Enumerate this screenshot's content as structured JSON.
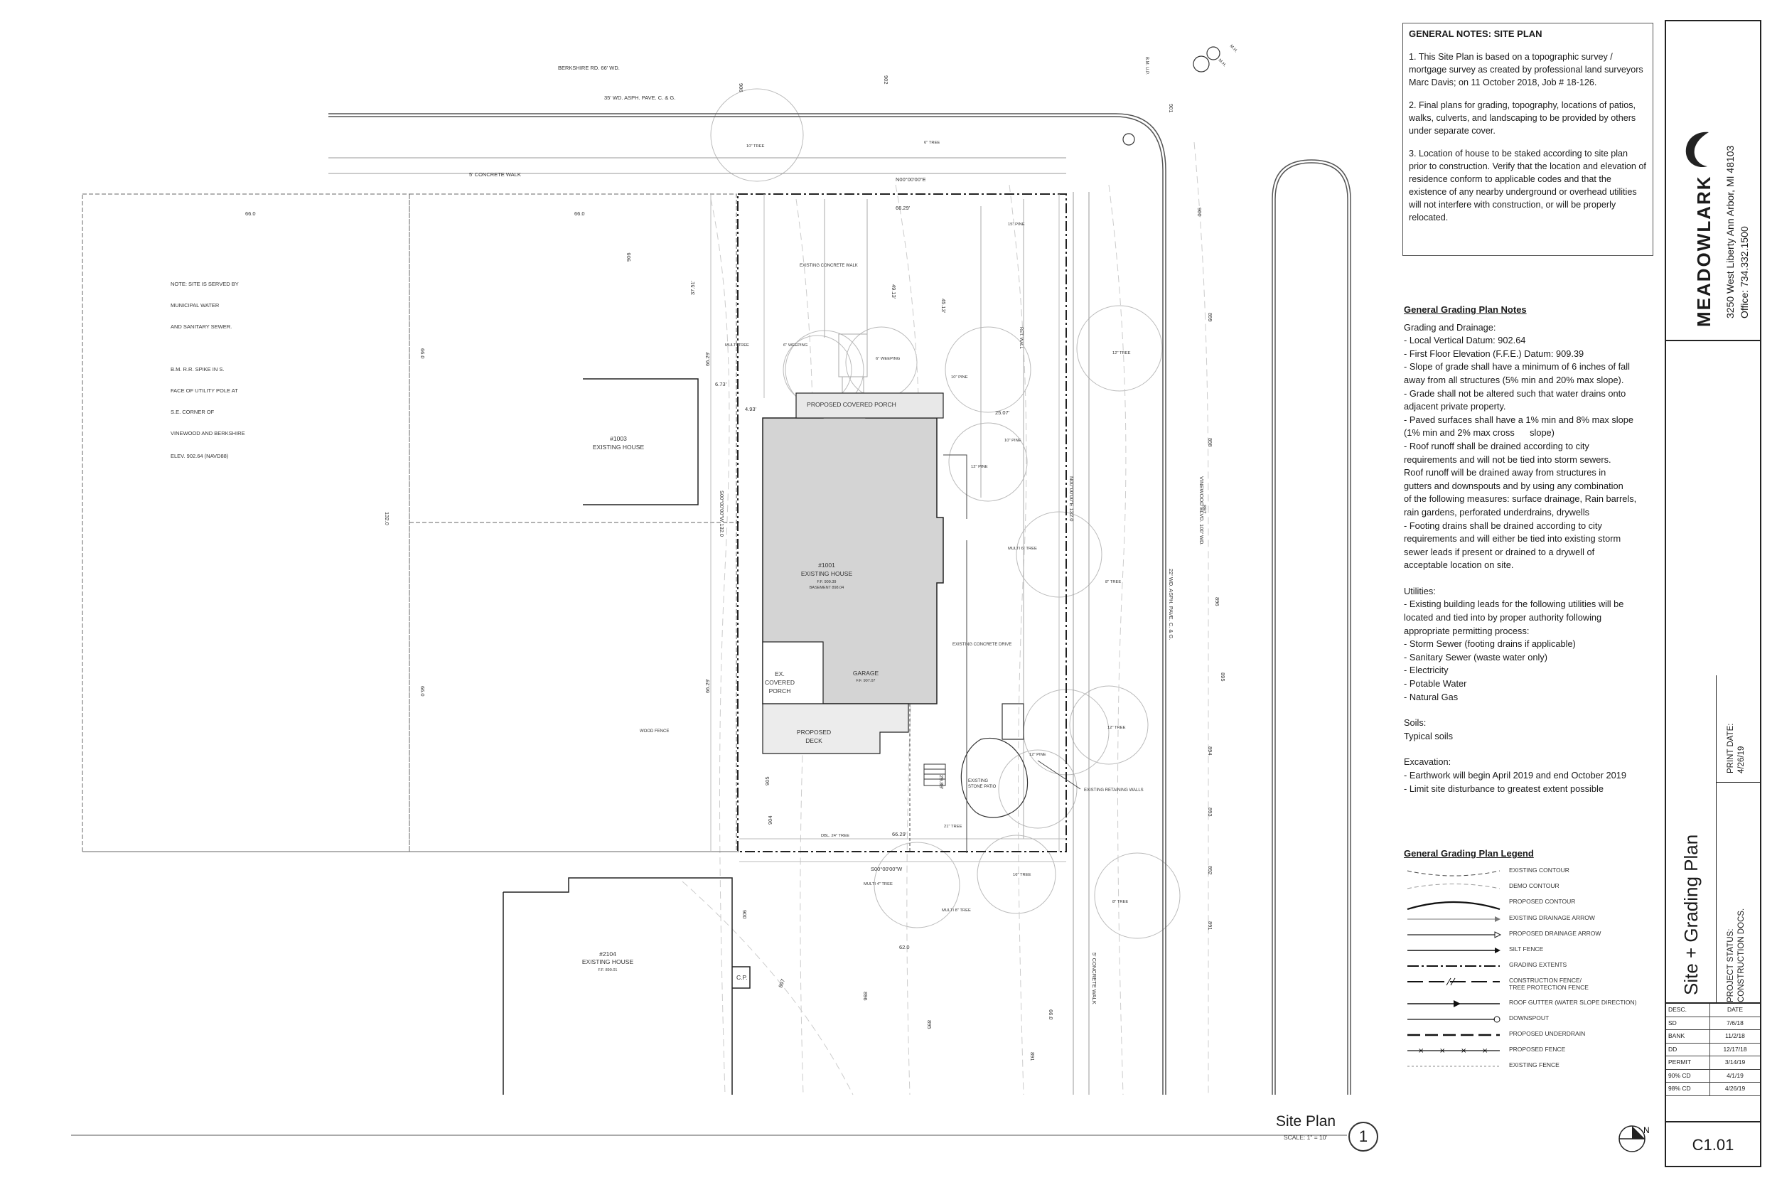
{
  "general_notes": {
    "heading": "GENERAL NOTES: SITE PLAN",
    "notes": [
      "1. This Site Plan is based on a topographic survey / mortgage survey as created by professional land surveyors Marc Davis; on 11 October 2018, Job # 18-126.",
      "2.  Final plans for grading, topography, locations of patios, walks, culverts, and landscaping to be provided by others under separate cover.",
      "3.  Location of house to be staked according to site plan prior to construction. Verify that the location and elevation of residence conform to applicable codes and that the existence of any nearby underground or overhead utilities will not interfere with construction, or will be properly relocated."
    ]
  },
  "grading_notes": {
    "heading": "General Grading Plan Notes",
    "drainage_heading": "Grading and Drainage:",
    "drainage_lines": [
      "- Local Vertical Datum: 902.64",
      "- First Floor Elevation (F.F.E.) Datum: 909.39",
      "- Slope of grade shall have a minimum of 6 inches of fall",
      "away from all structures (5% min and 20% max slope).",
      "- Grade shall not be altered such that water drains onto",
      "adjacent private property.",
      "- Paved surfaces shall have a 1% min and 8% max slope",
      "(1% min and 2% max cross      slope)",
      "- Roof runoff shall be drained according to city",
      "requirements and will not be tied into storm sewers.",
      "Roof runoff will be drained away from structures in",
      "gutters and downspouts and by using any combination",
      "of the following measures: surface drainage, Rain barrels,",
      "rain gardens, perforated underdrains, drywells",
      "- Footing drains shall be drained according to city",
      "requirements  and will either be tied into existing storm",
      "sewer leads if present or drained to a drywell of",
      "acceptable location on site."
    ],
    "utilities_heading": "Utilities:",
    "utilities_lines": [
      "- Existing building leads for the following utilities will be",
      "located and tied into by proper authority following",
      "appropriate permitting process:",
      "- Storm Sewer (footing drains if applicable)",
      "- Sanitary Sewer (waste water only)",
      "- Electricity",
      "- Potable Water",
      "- Natural Gas"
    ],
    "soils_heading": "Soils:",
    "soils_lines": [
      "Typical soils"
    ],
    "excavation_heading": "Excavation:",
    "excavation_lines": [
      "- Earthwork will begin April 2019 and end October 2019",
      "- Limit site disturbance to greatest extent possible"
    ]
  },
  "legend": {
    "heading": "General Grading Plan Legend",
    "items": [
      "EXISTING CONTOUR",
      "DEMO CONTOUR",
      "PROPOSED CONTOUR",
      "EXISTING DRAINAGE ARROW",
      "PROPOSED DRAINAGE ARROW",
      "SILT FENCE",
      "GRADING EXTENTS",
      "CONSTRUCTION FENCE/",
      "TREE PROTECTION FENCE",
      "ROOF GUTTER (WATER SLOPE DIRECTION)",
      "DOWNSPOUT",
      "PROPOSED UNDERDRAIN",
      "PROPOSED FENCE",
      "EXISTING FENCE"
    ]
  },
  "title_block": {
    "firm": "MEADOWLARK",
    "address": "3250 West Liberty Ann Arbor, MI 48103",
    "office": "Office: 734.332.1500",
    "sheet_title": "Site + Grading Plan",
    "print_date_label": "PRINT DATE:",
    "print_date": "4/26/19",
    "status_label": "PROJECT STATUS:",
    "status": "CONSTRUCTION DOCS.",
    "rev_headers": [
      "DESC.",
      "DATE"
    ],
    "revisions": [
      [
        "SD",
        "7/6/18"
      ],
      [
        "BANK",
        "11/2/18"
      ],
      [
        "DD",
        "12/17/18"
      ],
      [
        "PERMIT",
        "3/14/19"
      ],
      [
        "90% CD",
        "4/1/19"
      ],
      [
        "98% CD",
        "4/26/19"
      ]
    ],
    "sheet_number": "C1.01"
  },
  "drawing": {
    "view_title": "Site Plan",
    "scale": "SCALE: 1\"   = 10'",
    "view_number": "1",
    "north_label": "N",
    "labels": {
      "berkshire": "BERKSHIRE RD. 66' WD.",
      "berkshire_pave": "35' WD. ASPH. PAVE. C. & G.",
      "concrete_walk_top": "5' CONCRETE WALK",
      "vinewood": "VINEWOOD BLVD. 100' WD.",
      "vinewood_pave": "22' WD. ASPH. PAVE. C. & G.",
      "concrete_walk_side": "5' CONCRETE WALK",
      "bearing_north": "N00°00'00\"E",
      "bearing_south": "S00°00'00\"W",
      "bearing_east": "N00°00'00\"E 132.0",
      "bearing_west": "S00°00'00\"W 132.0",
      "note_lines": [
        "NOTE: SITE IS SERVED BY",
        "MUNICIPAL WATER",
        "AND SANITARY SEWER.",
        "B.M. R.R. SPIKE IN S.",
        "FACE OF UTILITY POLE AT",
        "S.E. CORNER OF",
        "VINEWOOD AND BERKSHIRE",
        "ELEV. 902.64 (NAVD88)"
      ],
      "house_1003": "#1003",
      "house_1003_sub": "EXISTING HOUSE",
      "house_1001": "#1001",
      "house_1001_sub": "EXISTING HOUSE",
      "house_1001_ffe": "F.F. 909.39",
      "house_1001_base": "BASEMENT 898.04",
      "house_2104": "#2104",
      "house_2104_sub": "EXISTING HOUSE",
      "house_2104_ffe": "F.F. 899.01",
      "proposed_porch": "PROPOSED COVERED PORCH",
      "ex_porch_1": "EX.",
      "ex_porch_2": "COVERED",
      "ex_porch_3": "PORCH",
      "garage": "GARAGE",
      "garage_ff": "F.F. 907.07",
      "deck_1": "PROPOSED",
      "deck_2": "DECK",
      "cp": "C.P.",
      "walk": "EXISTING CONCRETE WALK",
      "drive": "EXISTING CONCRETE DRIVE",
      "patio_1": "EXISTING",
      "patio_2": "STONE PATIO",
      "retaining": "EXISTING RETAINING WALLS",
      "ret_wall": "RET. WALL",
      "wood_fence": "WOOD FENCE",
      "bm_up": "B.M. U.P.",
      "mh": "M.H."
    },
    "dims": {
      "d66_a": "66.0",
      "d66_b": "66.0",
      "d6629_top": "66.29'",
      "d6629_bot": "66.29'",
      "d2507": "25.07'",
      "d493": "4.93'",
      "d673": "6.73'",
      "d3751": "37.51'",
      "d4913": "49.13'",
      "d4513": "45.13'",
      "d6629_side": "66.29'",
      "d6629_side2": "66.29'",
      "d2989": "29.89'",
      "d132": "132.0",
      "d660_a": "66.0",
      "d660_b": "66.0",
      "d620": "62.0",
      "d660_c": "66.0"
    },
    "contours": [
      "906",
      "902",
      "901",
      "900",
      "899",
      "898",
      "897",
      "896",
      "895",
      "894",
      "893",
      "892",
      "891",
      "906",
      "905",
      "904",
      "900",
      "897",
      "896",
      "895",
      "891"
    ],
    "trees": [
      "10\" TREE",
      "6\" TREE",
      "15\" PINE",
      "MULTI TREE",
      "6\" WEEPING",
      "6\" WEEPING",
      "10\" PINE",
      "12\" TREE",
      "10\" PINE",
      "12\" PINE",
      "MULTI 6\" TREE",
      "8\" TREE",
      "12\" TREE",
      "12\" PINE",
      "21\" TREE",
      "DBL. 24\" TREE",
      "MULTI 4\" TREE",
      "16\" TREE",
      "MULTI 8\" TREE",
      "8\" TREE"
    ]
  }
}
